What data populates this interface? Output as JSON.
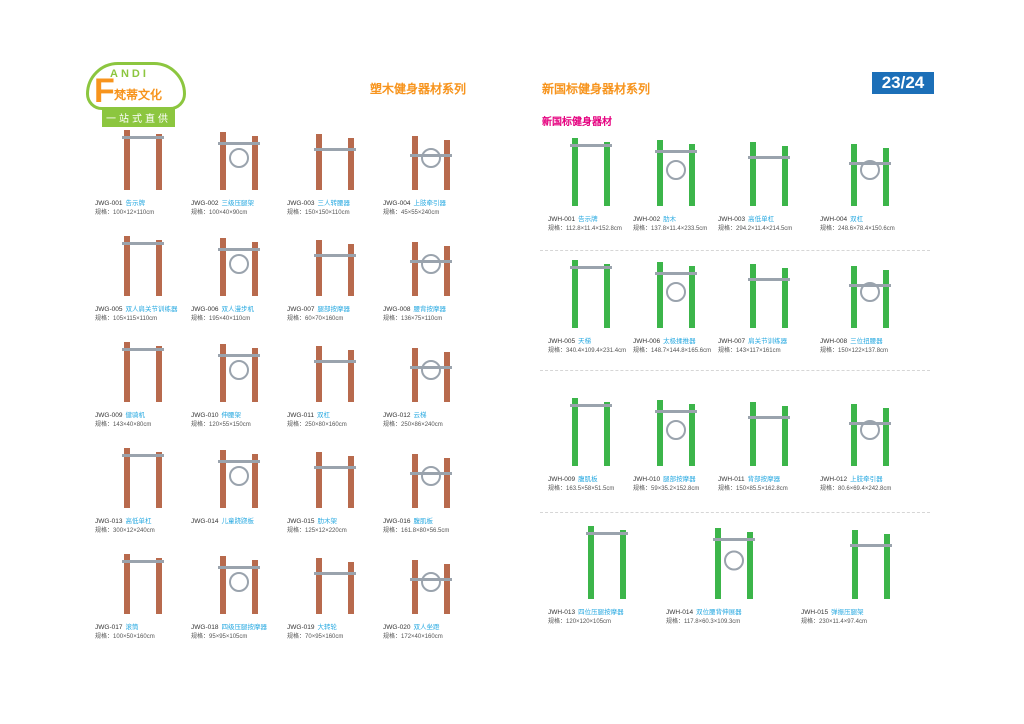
{
  "logo": {
    "brand": "ANDI",
    "letter": "F",
    "name_cn": "梵蒂文化",
    "slogan": "一站式直供"
  },
  "left_series_title": "塑木健身器材系列",
  "right_series_title": "新国标健身器材系列",
  "page_number": "23/24",
  "right_subtitle": "新国标健身器材",
  "spec_prefix": "规格：",
  "colors": {
    "wood": "#b86a4d",
    "green": "#3cb54a",
    "steel": "#9aa3ad",
    "accent": "#f7941d",
    "title_blue": "#1c6fb8"
  },
  "left_items": [
    {
      "code": "JWG-001",
      "name": "告示牌",
      "spec": "100×12×110cm"
    },
    {
      "code": "JWG-002",
      "name": "三级压腿架",
      "spec": "100×40×90cm"
    },
    {
      "code": "JWG-003",
      "name": "三人转腰器",
      "spec": "150×150×110cm"
    },
    {
      "code": "JWG-004",
      "name": "上肢牵引器",
      "spec": "45×55×240cm"
    },
    {
      "code": "JWG-005",
      "name": "双人肩关节训练器",
      "spec": "105×115×110cm"
    },
    {
      "code": "JWG-006",
      "name": "双人漫步机",
      "spec": "195×40×110cm"
    },
    {
      "code": "JWG-007",
      "name": "腿部按摩器",
      "spec": "60×70×160cm"
    },
    {
      "code": "JWG-008",
      "name": "腰背按摩器",
      "spec": "136×75×110cm"
    },
    {
      "code": "JWG-009",
      "name": "健骑机",
      "spec": "143×40×80cm"
    },
    {
      "code": "JWG-010",
      "name": "伸腰架",
      "spec": "120×55×150cm"
    },
    {
      "code": "JWG-011",
      "name": "双杠",
      "spec": "250×80×160cm"
    },
    {
      "code": "JWG-012",
      "name": "云梯",
      "spec": "250×86×240cm"
    },
    {
      "code": "JWG-013",
      "name": "高低单杠",
      "spec": "300×12×240cm"
    },
    {
      "code": "JWG-014",
      "name": "儿童跷跷板",
      "spec": ""
    },
    {
      "code": "JWG-015",
      "name": "肋木架",
      "spec": "125×12×220cm"
    },
    {
      "code": "JWG-016",
      "name": "腹肌板",
      "spec": "161.8×80×56.5cm"
    },
    {
      "code": "JWG-017",
      "name": "滚筒",
      "spec": "100×50×160cm"
    },
    {
      "code": "JWG-018",
      "name": "四级压腿按摩器",
      "spec": "95×95×105cm"
    },
    {
      "code": "JWG-019",
      "name": "大转轮",
      "spec": "70×95×160cm"
    },
    {
      "code": "JWG-020",
      "name": "双人坐蹬",
      "spec": "172×40×160cm"
    }
  ],
  "right_items": [
    {
      "code": "JWH-001",
      "name": "告示牌",
      "spec": "112.8×11.4×152.8cm"
    },
    {
      "code": "JWH-002",
      "name": "肋木",
      "spec": "137.8×11.4×233.5cm"
    },
    {
      "code": "JWH-003",
      "name": "高低单杠",
      "spec": "294.2×11.4×214.5cm"
    },
    {
      "code": "JWH-004",
      "name": "双杠",
      "spec": "248.6×78.4×150.6cm"
    },
    {
      "code": "JWH-005",
      "name": "天梯",
      "spec": "340.4×109.4×231.4cm"
    },
    {
      "code": "JWH-006",
      "name": "太极揉推器",
      "spec": "148.7×144.8×165.6cm"
    },
    {
      "code": "JWH-007",
      "name": "肩关节训练器",
      "spec": "143×117×161cm"
    },
    {
      "code": "JWH-008",
      "name": "三位扭腰器",
      "spec": "150×122×137.8cm"
    },
    {
      "code": "JWH-009",
      "name": "腹肌板",
      "spec": "163.5×58×51.5cm"
    },
    {
      "code": "JWH-010",
      "name": "腿部按摩器",
      "spec": "59×35.2×152.8cm"
    },
    {
      "code": "JWH-011",
      "name": "背部按摩器",
      "spec": "150×85.5×162.8cm"
    },
    {
      "code": "JWH-012",
      "name": "上肢牵引器",
      "spec": "80.6×69.4×242.8cm"
    },
    {
      "code": "JWH-013",
      "name": "四位压腿按摩器",
      "spec": "120×120×105cm"
    },
    {
      "code": "JWH-014",
      "name": "双位腰背伸展器",
      "spec": "117.8×60.3×109.3cm"
    },
    {
      "code": "JWH-015",
      "name": "弹振压腿架",
      "spec": "230×11.4×97.4cm"
    }
  ]
}
